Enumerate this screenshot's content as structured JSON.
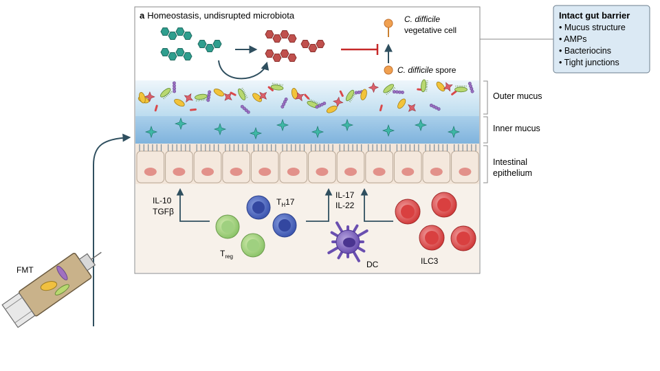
{
  "panel": {
    "letter": "a",
    "title": "Homeostasis, undisrupted microbiota"
  },
  "cdiff": {
    "vegetative_line1": "C. difficile",
    "vegetative_line2": "vegetative cell",
    "spore_italic": "C. difficile",
    "spore_suffix": " spore"
  },
  "barrier_box": {
    "title": "Intact gut barrier",
    "items": [
      "Mucus structure",
      "AMPs",
      "Bacteriocins",
      "Tight junctions"
    ]
  },
  "layers": {
    "outer_mucus": "Outer mucus",
    "inner_mucus": "Inner mucus",
    "epithelium_line1": "Intestinal",
    "epithelium_line2": "epithelium"
  },
  "cytokines": {
    "left_1": "IL-10",
    "left_2": "TGFβ",
    "right_1": "IL-17",
    "right_2": "IL-22"
  },
  "cells": {
    "th17_main": "T",
    "th17_sub": "H",
    "th17_suffix": "17",
    "treg_main": "T",
    "treg_sub": "reg",
    "dc": "DC",
    "ilc3": "ILC3"
  },
  "fmt": {
    "label": "FMT"
  },
  "colors": {
    "teal": "#2f9e8e",
    "red_hex": "#c0504d",
    "inhibit": "#c62828",
    "mucus_outer": "#d8ecf6",
    "mucus_inner": "#8fc1e3",
    "epithelium": "#f3e6da",
    "nucleus": "#e2918a",
    "box_fill": "#dbe9f4",
    "box_border": "#6b7d8c"
  }
}
